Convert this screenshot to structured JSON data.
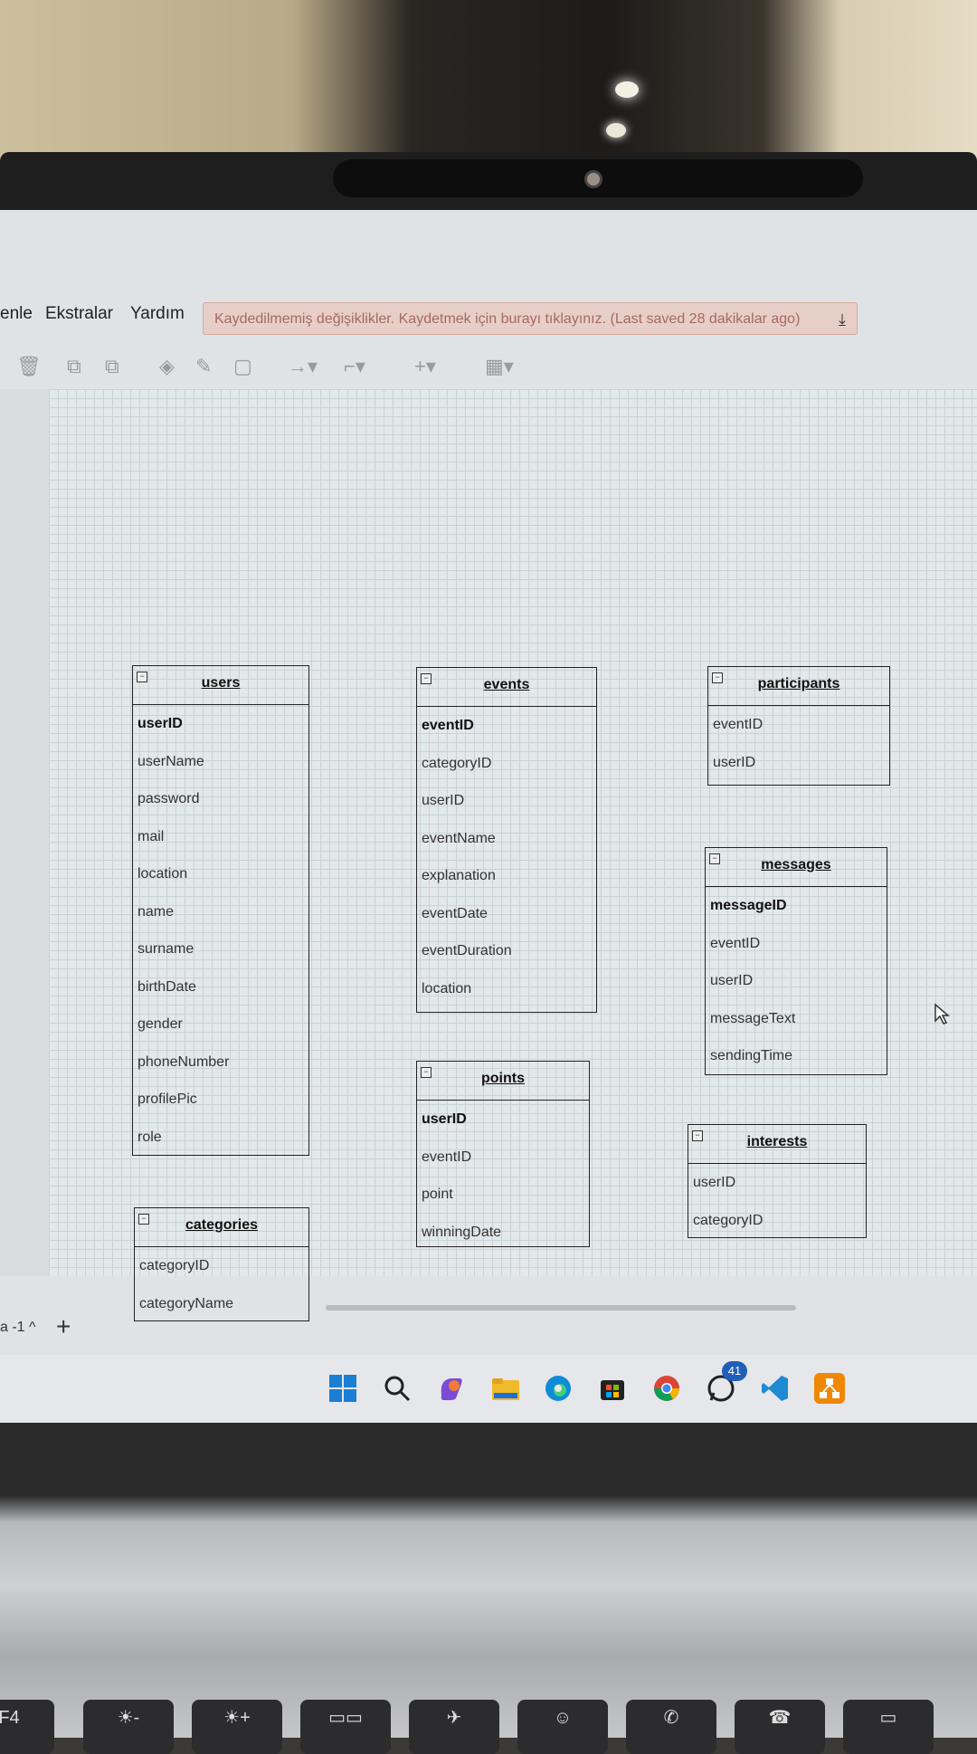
{
  "menu": {
    "items": [
      "enle",
      "Ekstralar",
      "Yardım"
    ]
  },
  "banner": {
    "text": "Kaydedilmemiş değişiklikler. Kaydetmek için burayı tıklayınız. (Last saved 28 dakikalar ago)",
    "icon": "download-icon"
  },
  "toolbar": {
    "icons": [
      "delete-icon",
      "to-front-icon",
      "to-back-icon",
      "fill-color-icon",
      "line-color-icon",
      "shadow-icon",
      "connection-icon",
      "waypoints-icon",
      "insert-icon",
      "table-icon"
    ]
  },
  "entities": {
    "users": {
      "title": "users",
      "rows": [
        "userID",
        "userName",
        "password",
        "mail",
        "location",
        "name",
        "surname",
        "birthDate",
        "gender",
        "phoneNumber",
        "profilePic",
        "role"
      ]
    },
    "categories": {
      "title": "categories",
      "rows": [
        "categoryID",
        "categoryName"
      ]
    },
    "events": {
      "title": "events",
      "rows": [
        "eventID",
        "categoryID",
        "userID",
        "eventName",
        "explanation",
        "eventDate",
        "eventDuration",
        "location"
      ]
    },
    "points": {
      "title": "points",
      "rows": [
        "userID",
        "eventID",
        "point",
        "winningDate"
      ]
    },
    "participants": {
      "title": "participants",
      "rows": [
        "eventID",
        "userID"
      ]
    },
    "messages": {
      "title": "messages",
      "rows": [
        "messageID",
        "eventID",
        "userID",
        "messageText",
        "sendingTime"
      ]
    },
    "interests": {
      "title": "interests",
      "rows": [
        "userID",
        "categoryID"
      ]
    }
  },
  "pagebar": {
    "page_label": "a -1 ^",
    "add_label": "+"
  },
  "taskbar": {
    "icons": [
      "windows-icon",
      "search-icon",
      "copilot-icon",
      "file-explorer-icon",
      "edge-icon",
      "store-icon",
      "chrome-icon",
      "whatsapp-icon",
      "vscode-icon",
      "drawio-icon"
    ],
    "whatsapp_badge": "41"
  },
  "keys": [
    "F4",
    "☀-",
    "☀+",
    "▭▭",
    "✈",
    "☺",
    "✆",
    "☎",
    "▭"
  ]
}
